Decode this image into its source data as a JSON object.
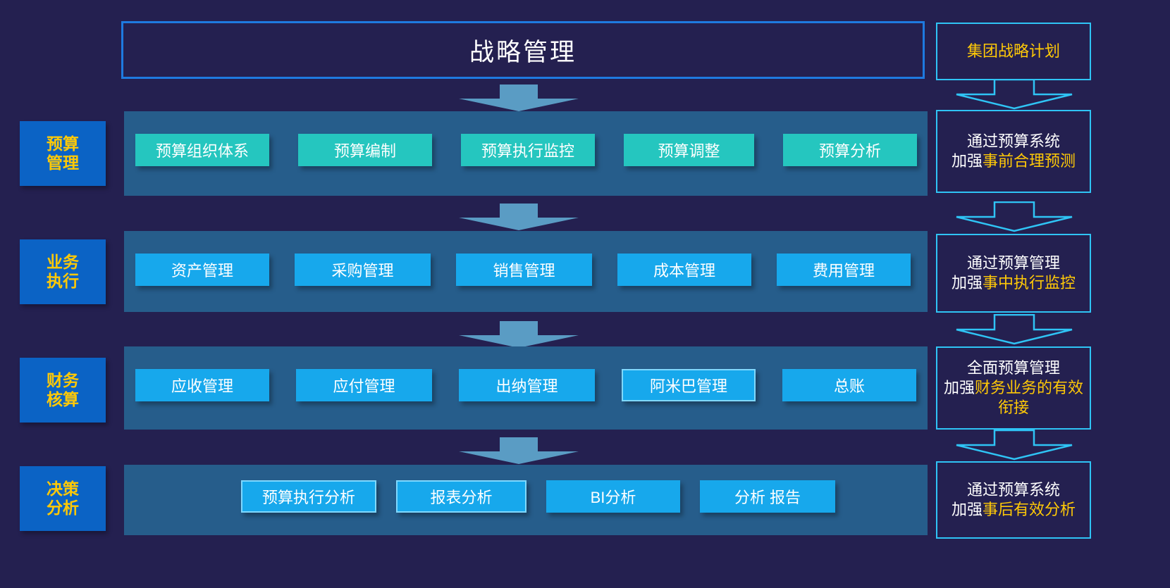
{
  "colors": {
    "background": "#242050",
    "band": "#265d8b",
    "chip_teal": "#25c6bf",
    "chip_blue": "#17a8ec",
    "category_box": "#0b63c5",
    "category_text": "#ffc907",
    "banner_border": "#1e7ae0",
    "right_border": "#2fc4f5",
    "highlight_text": "#ffc907",
    "arrow_fill": "#5a9cc4"
  },
  "banner": {
    "title": "战略管理"
  },
  "rows": [
    {
      "category": "预算\n管理",
      "chip_style": "teal",
      "chips": [
        {
          "label": "预算组织体系",
          "outlined": false
        },
        {
          "label": "预算编制",
          "outlined": false
        },
        {
          "label": "预算执行监控",
          "outlined": false
        },
        {
          "label": "预算调整",
          "outlined": false
        },
        {
          "label": "预算分析",
          "outlined": false
        }
      ]
    },
    {
      "category": "业务\n执行",
      "chip_style": "blue",
      "chips": [
        {
          "label": "资产管理",
          "outlined": false
        },
        {
          "label": "采购管理",
          "outlined": false
        },
        {
          "label": "销售管理",
          "outlined": false
        },
        {
          "label": "成本管理",
          "outlined": false
        },
        {
          "label": "费用管理",
          "outlined": false
        }
      ]
    },
    {
      "category": "财务\n核算",
      "chip_style": "blue",
      "chips": [
        {
          "label": "应收管理",
          "outlined": false
        },
        {
          "label": "应付管理",
          "outlined": false
        },
        {
          "label": "出纳管理",
          "outlined": false
        },
        {
          "label": "阿米巴管理",
          "outlined": true
        },
        {
          "label": "总账",
          "outlined": false
        }
      ]
    },
    {
      "category": "决策\n分析",
      "chip_style": "blue",
      "chips": [
        {
          "label": "预算执行分析",
          "outlined": true
        },
        {
          "label": "报表分析",
          "outlined": true
        },
        {
          "label": "BI分析",
          "outlined": false
        },
        {
          "label": "分析 报告",
          "outlined": false
        }
      ]
    }
  ],
  "right_panel": [
    {
      "segments": [
        {
          "text": "集团战略计划",
          "highlight": true
        }
      ]
    },
    {
      "segments": [
        {
          "text": "通过预算系统",
          "highlight": false
        },
        {
          "text": "加强",
          "highlight": false
        },
        {
          "text": "事前合理预测",
          "highlight": true
        }
      ]
    },
    {
      "segments": [
        {
          "text": "通过预算管理",
          "highlight": false
        },
        {
          "text": "加强",
          "highlight": false
        },
        {
          "text": "事中执行监控",
          "highlight": true
        }
      ]
    },
    {
      "segments": [
        {
          "text": "全面预算管理",
          "highlight": false
        },
        {
          "text": "加强",
          "highlight": false
        },
        {
          "text": "财务业务的有效衔接",
          "highlight": true
        }
      ]
    },
    {
      "segments": [
        {
          "text": "通过预算系统",
          "highlight": false
        },
        {
          "text": "加强",
          "highlight": false
        },
        {
          "text": "事后有效分析",
          "highlight": true
        }
      ]
    }
  ]
}
